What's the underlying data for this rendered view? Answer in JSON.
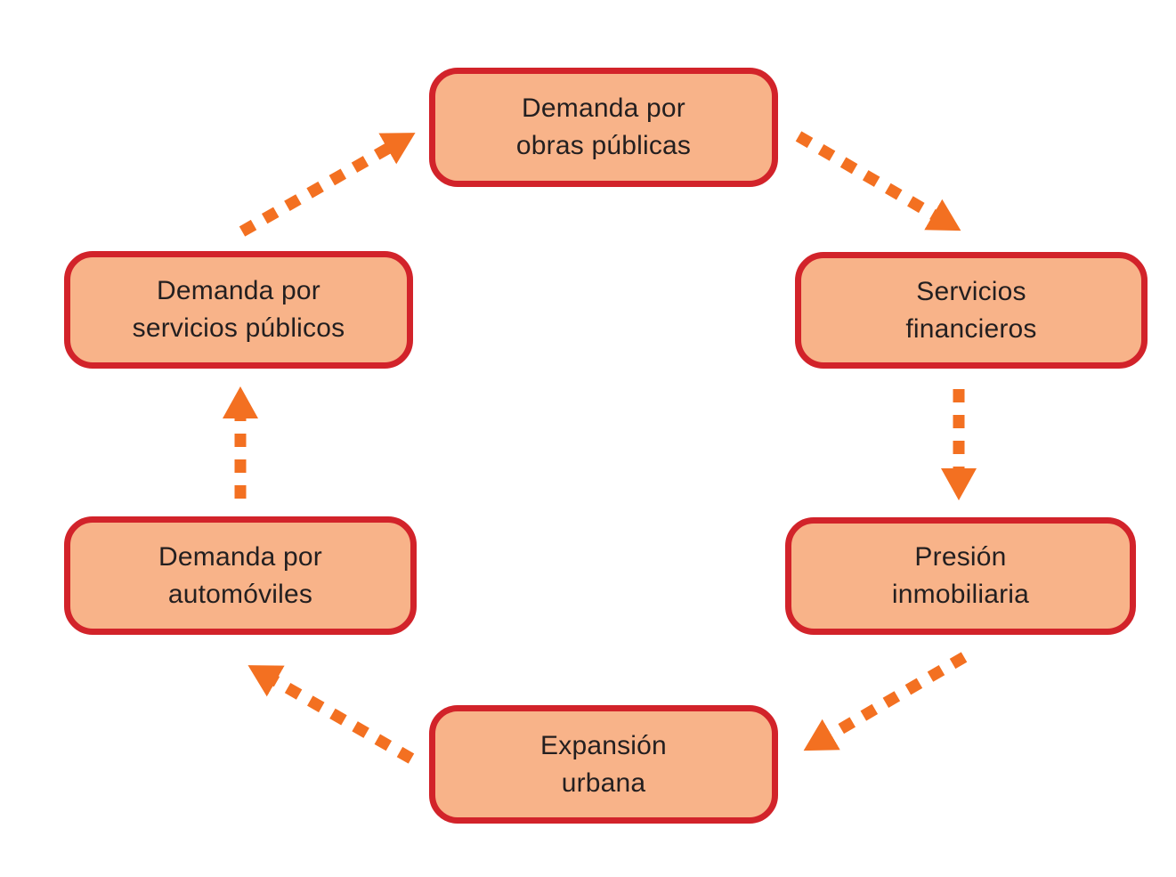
{
  "diagram": {
    "title": "",
    "type": "cycle-diagram",
    "colors": {
      "background": "#ffffff",
      "node_fill": "#F8B389",
      "node_border": "#D2232A",
      "arrow_color": "#F37021",
      "text_color": "#231F20"
    },
    "nodes": [
      {
        "id": "demanda-obras-publicas",
        "label": "Demanda por\nobras públicas"
      },
      {
        "id": "servicios-financieros",
        "label": "Servicios\nfinancieros"
      },
      {
        "id": "presion-inmobiliaria",
        "label": "Presión\ninmobiliaria"
      },
      {
        "id": "expansion-urbana",
        "label": "Expansión\nurbana"
      },
      {
        "id": "demanda-automoviles",
        "label": "Demanda por\nautomóviles"
      },
      {
        "id": "demanda-servicios-publicos",
        "label": "Demanda por\nservicios públicos"
      }
    ],
    "edges": [
      {
        "from": "demanda-servicios-publicos",
        "to": "demanda-obras-publicas",
        "style": "dashed-arrow"
      },
      {
        "from": "demanda-obras-publicas",
        "to": "servicios-financieros",
        "style": "dashed-arrow"
      },
      {
        "from": "servicios-financieros",
        "to": "presion-inmobiliaria",
        "style": "dashed-arrow"
      },
      {
        "from": "presion-inmobiliaria",
        "to": "expansion-urbana",
        "style": "dashed-arrow"
      },
      {
        "from": "expansion-urbana",
        "to": "demanda-automoviles",
        "style": "dashed-arrow"
      },
      {
        "from": "demanda-automoviles",
        "to": "demanda-servicios-publicos",
        "style": "dashed-arrow"
      }
    ],
    "flow_direction": "clockwise"
  }
}
